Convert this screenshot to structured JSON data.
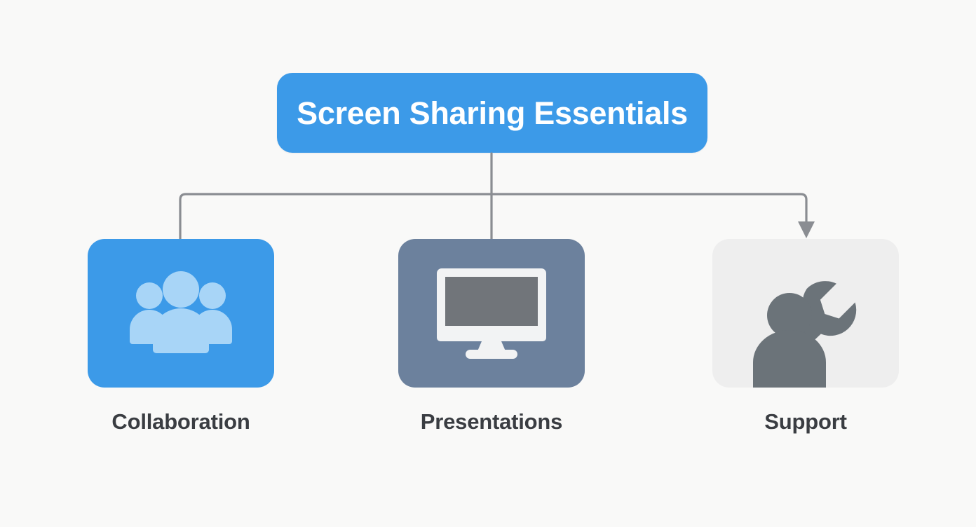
{
  "page": {
    "background_color": "#f9f9f8",
    "type": "hierarchy-diagram"
  },
  "root": {
    "label": "Screen Sharing Essentials",
    "background_color": "#3c9ae8",
    "text_color": "#ffffff"
  },
  "connector": {
    "color": "#8a8d92",
    "style": "orthogonal-elbow",
    "arrowhead_on": "support"
  },
  "branches": [
    {
      "id": "collaboration",
      "label": "Collaboration",
      "icon": "people-group-icon",
      "card_color": "#3c9ae8",
      "icon_color": "#a8d5f7",
      "label_color": "#3a3d42"
    },
    {
      "id": "presentations",
      "label": "Presentations",
      "icon": "desktop-monitor-icon",
      "card_color": "#6c819d",
      "icon_color": "#f2f3f4",
      "icon_accent_color": "#71757a",
      "label_color": "#3a3d42"
    },
    {
      "id": "support",
      "label": "Support",
      "icon": "person-wrench-icon",
      "card_color": "#eeeeee",
      "icon_color": "#6b7379",
      "label_color": "#3a3d42"
    }
  ]
}
